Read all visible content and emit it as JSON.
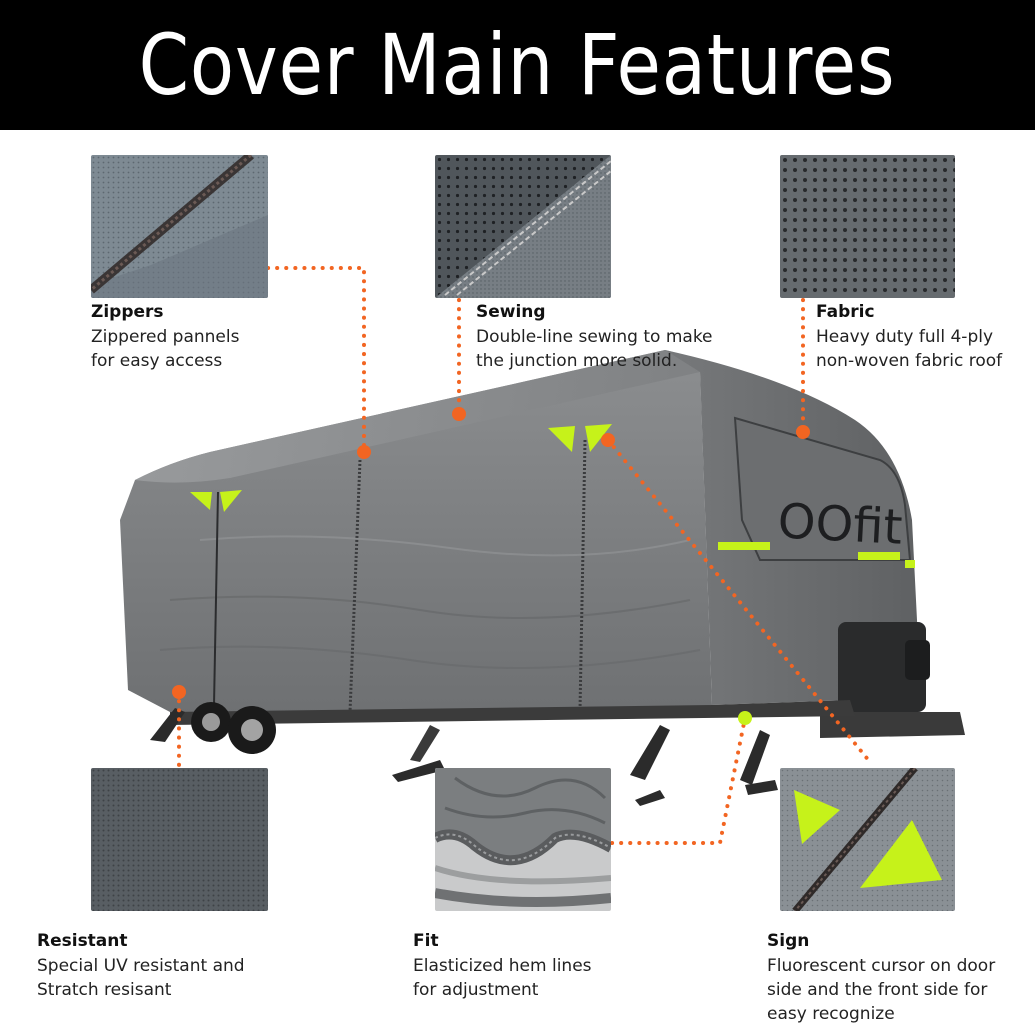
{
  "header": {
    "title": "Cover Main Features"
  },
  "brand": {
    "logo_text": "OOfit"
  },
  "colors": {
    "header_bg": "#000000",
    "header_text": "#ffffff",
    "accent_dots": "#f26522",
    "neon_sign": "#c6f21a",
    "cover_gray": "#7c7e80"
  },
  "features": [
    {
      "id": "zippers",
      "title": "Zippers",
      "lines": [
        "Zippered pannels",
        "for easy access"
      ],
      "icon": "zipper-icon"
    },
    {
      "id": "sewing",
      "title": "Sewing",
      "lines": [
        "Double-line sewing to make",
        "the junction more solid."
      ],
      "icon": "stitch-icon"
    },
    {
      "id": "fabric",
      "title": "Fabric",
      "lines": [
        "Heavy duty full 4-ply",
        "non-woven fabric roof"
      ],
      "icon": "fabric-icon"
    },
    {
      "id": "resistant",
      "title": "Resistant",
      "lines": [
        "Special UV resistant and",
        "Stratch resisant"
      ],
      "icon": "uv-icon"
    },
    {
      "id": "fit",
      "title": "Fit",
      "lines": [
        "Elasticized hem lines",
        "for adjustment"
      ],
      "icon": "elastic-hem-icon"
    },
    {
      "id": "sign",
      "title": "Sign",
      "lines": [
        "Fluorescent cursor on door",
        "side and the front side for",
        "easy recognize"
      ],
      "icon": "neon-sign-icon"
    }
  ]
}
